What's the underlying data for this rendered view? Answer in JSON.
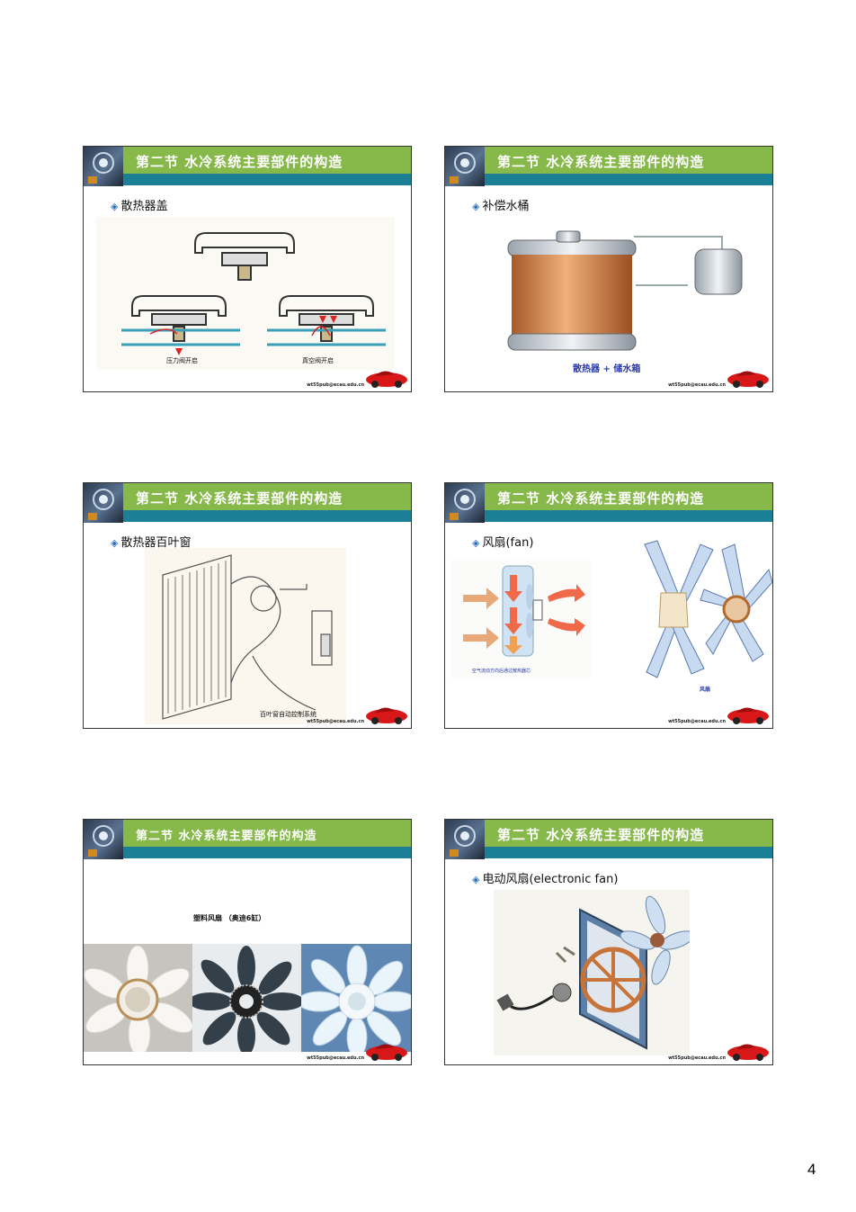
{
  "slide_title": "第二节 水冷系统主要部件的构造",
  "email": "wt55pub@ecau.edu.cn",
  "slides": [
    {
      "bullet": "散热器盖",
      "captions": [
        "压力阀开启",
        "真空阀开启"
      ]
    },
    {
      "bullet": "补偿水桶",
      "captions": [
        "散热器 + 储水箱"
      ]
    },
    {
      "bullet": "散热器百叶窗",
      "captions": [
        "百叶窗自动控制系统"
      ]
    },
    {
      "bullet": "风扇(fan)",
      "captions": [
        "空气流动方向后通过散热器芯",
        "风扇"
      ]
    },
    {
      "bullet": "",
      "captions": [
        "塑料风扇 （奥迪6缸）"
      ]
    },
    {
      "bullet": "电动风扇(electronic fan)",
      "captions": []
    }
  ],
  "page_number": "4",
  "colors": {
    "header_green": "#86b84a",
    "band_teal": "#1b7f95",
    "bullet_blue": "#2a6fbf"
  },
  "icons": {
    "bullet": "diamond-bullet-icon",
    "car": "red-sports-car-icon"
  }
}
